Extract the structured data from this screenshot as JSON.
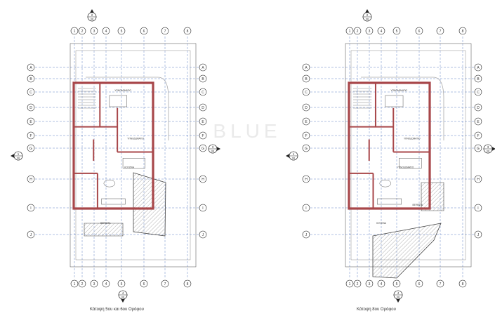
{
  "plans": [
    {
      "caption": "Κάτοψη 5ου και 6ου Ορόφου",
      "section_top": {
        "num": "2",
        "sheet": "06"
      },
      "section_bottom": {
        "num": "4",
        "sheet": "06"
      },
      "section_left": {
        "num": "1",
        "sheet": "06"
      },
      "section_right": {
        "num": "3",
        "sheet": "06"
      },
      "col_labels": [
        "1",
        "2",
        "3",
        "4",
        "5",
        "6",
        "7",
        "8"
      ],
      "row_labels": [
        "A",
        "B",
        "C",
        "D",
        "E",
        "F",
        "G",
        "H",
        "I",
        "J"
      ],
      "rooms": [
        "ΥΠΝΟΔΩΜΑΤΙΟ",
        "ΥΠΝΟΔΩΜΑΤΙΟ",
        "ΚΟΥΖΙΝΑ",
        "ΒΕΡΑΝΤΑ"
      ]
    },
    {
      "caption": "Κάτοψη 8ου Ορόφου",
      "section_top": {
        "num": "2",
        "sheet": "06"
      },
      "section_bottom": {
        "num": "4",
        "sheet": "06"
      },
      "section_left": {
        "num": "1",
        "sheet": "06"
      },
      "section_right": {
        "num": "3",
        "sheet": "06"
      },
      "col_labels": [
        "1",
        "2",
        "3",
        "4",
        "5",
        "6",
        "7",
        "8"
      ],
      "row_labels": [
        "A",
        "B",
        "C",
        "D",
        "E",
        "F",
        "G",
        "H",
        "I",
        "J"
      ],
      "rooms": [
        "ΥΠΝΟΔΩΜΑΤΙΟ",
        "ΥΠΝΟΔΩΜΑΤΙΟ",
        "ΥΠΝΟΔΩΜΑΤΙΟ",
        "ΚΟΥΖΙΝΑ",
        "ΒΕΡΑΝΤΑ"
      ]
    }
  ],
  "watermark": "BLUE",
  "colors": {
    "wall": "#a8474a",
    "grid": "#3a63b8",
    "line": "#444444",
    "hatch": "#bdbdbd"
  }
}
